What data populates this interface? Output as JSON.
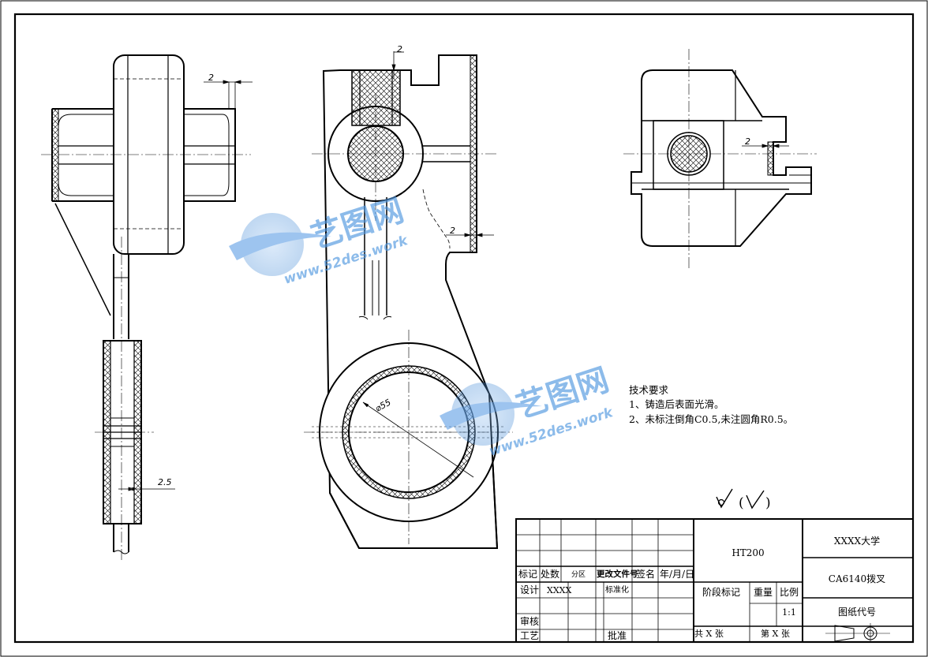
{
  "watermark": {
    "brand": "艺图网",
    "url": "www.52des.work"
  },
  "dimensions": {
    "side_thickness": "2",
    "top_thickness": "2",
    "right_thickness": "2",
    "top_view_thickness": "2",
    "web_thickness": "2.5",
    "bore_diameter": "⌀55"
  },
  "notes": {
    "title": "技术要求",
    "line1": "1、铸造后表面光滑。",
    "line2": "2、未标注倒角C0.5,未注圆角R0.5。"
  },
  "roughness": {
    "symbol": "√",
    "bracket_open": "(",
    "bracket_symbol": "√",
    "bracket_close": ")"
  },
  "title_block": {
    "material": "HT200",
    "university": "XXXX大学",
    "part_name": "CA6140拨叉",
    "drawing_no_label": "图纸代号",
    "stage_label": "阶段标记",
    "weight_label": "重量",
    "scale_label": "比例",
    "scale_value": "1:1",
    "total_sheets": "共 X 张",
    "sheet_no": "第 X 张",
    "rev": {
      "mark": "标记",
      "count": "处数",
      "zone": "分区",
      "doc": "更改文件号",
      "sign": "签名",
      "date": "年/月/日"
    },
    "design_label": "设计",
    "design_name": "XXXX",
    "standard_label": "标准化",
    "review_label": "审核",
    "process_label": "工艺",
    "approve_label": "批准"
  }
}
